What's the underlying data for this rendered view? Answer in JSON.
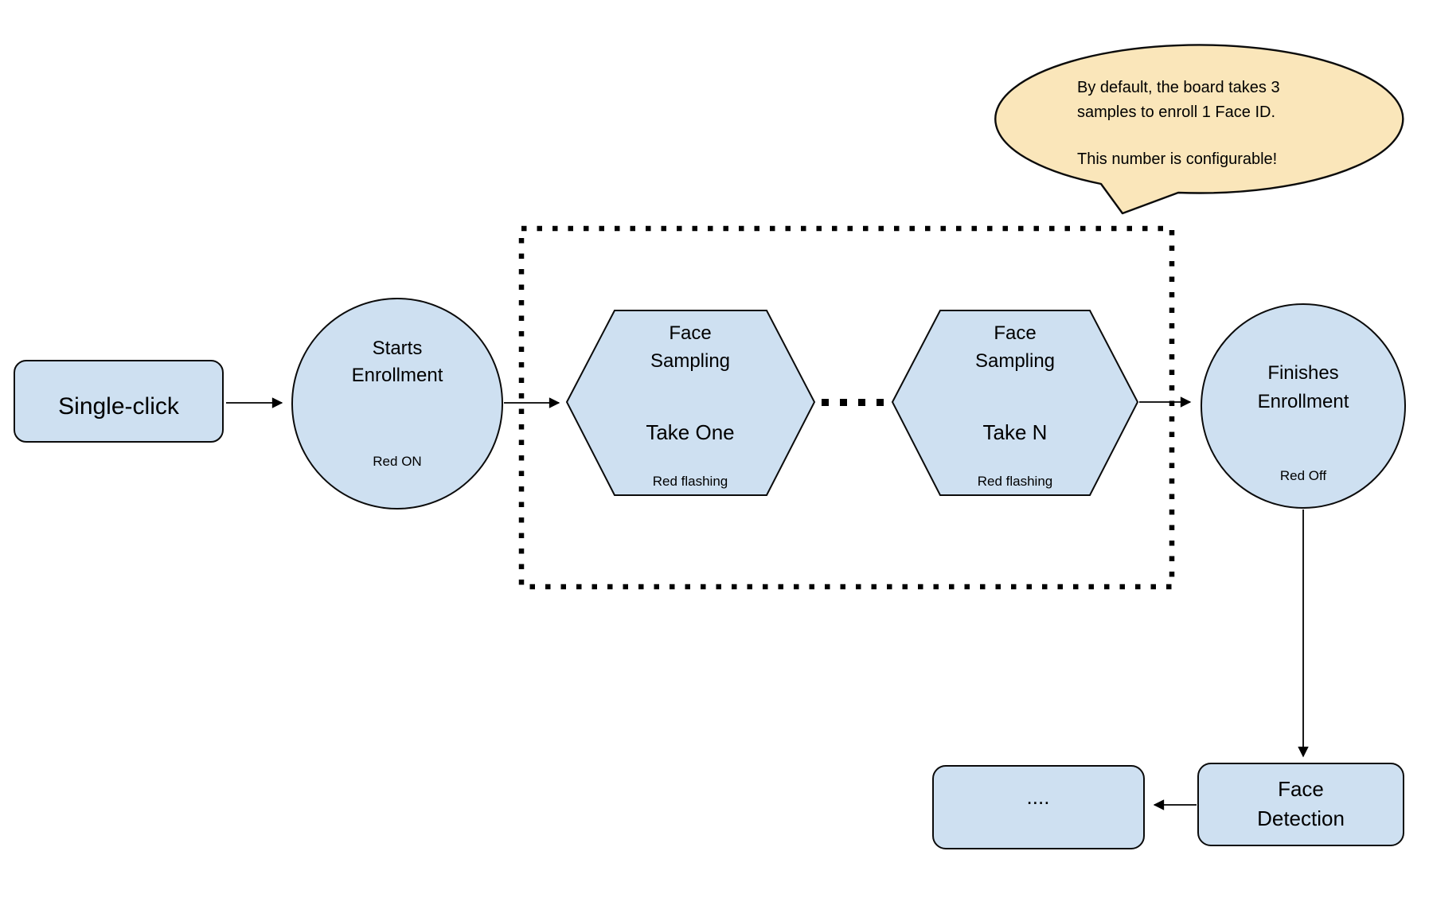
{
  "colors": {
    "shape_fill": "#cee0f1",
    "shape_stroke": "#0b0b0b",
    "bubble_fill": "#fae6ba",
    "line_color": "#000000"
  },
  "nodes": {
    "single_click": {
      "label": "Single-click"
    },
    "starts_enrollment": {
      "title_line1": "Starts",
      "title_line2": "Enrollment",
      "status": "Red ON"
    },
    "face_sampling_one": {
      "title_line1": "Face",
      "title_line2": "Sampling",
      "take_label": "Take One",
      "status": "Red flashing"
    },
    "face_sampling_n": {
      "title_line1": "Face",
      "title_line2": "Sampling",
      "take_label": "Take N",
      "status": "Red flashing"
    },
    "finishes_enrollment": {
      "title_line1": "Finishes",
      "title_line2": "Enrollment",
      "status": "Red Off"
    },
    "face_detection": {
      "title_line1": "Face",
      "title_line2": "Detection"
    },
    "continuation": {
      "label": "...."
    }
  },
  "callout": {
    "line1": "By default, the board takes 3",
    "line2": "samples to enroll 1 Face ID.",
    "line3": "This number is configurable!"
  }
}
